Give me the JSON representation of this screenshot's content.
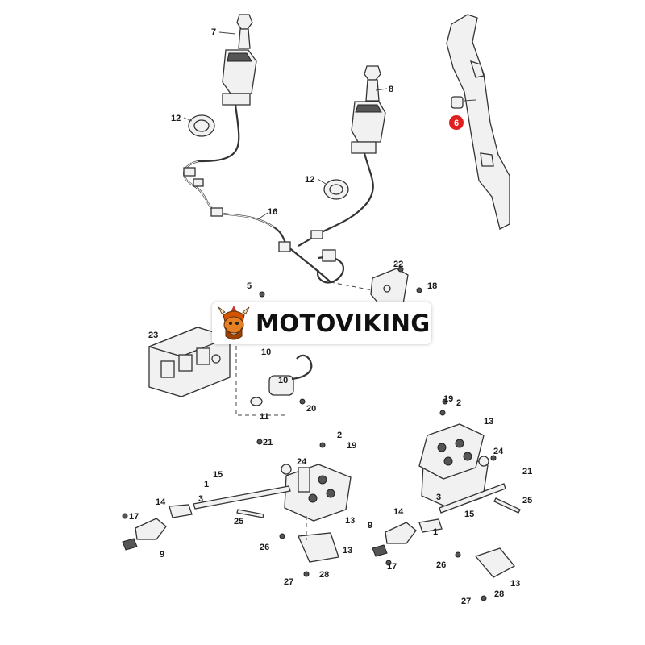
{
  "watermark": {
    "brand": "MOTOVIKING"
  },
  "highlight": {
    "label": "6",
    "color": "#e0201e"
  },
  "callouts": {
    "c7": "7",
    "c8": "8",
    "c12a": "12",
    "c12b": "12",
    "c16": "16",
    "c22": "22",
    "c18": "18",
    "c5": "5",
    "c23": "23",
    "c10a": "10",
    "c10b": "10",
    "c11": "11",
    "c20": "20",
    "c19a": "19",
    "c2a": "2",
    "c13a": "13",
    "c24a": "24",
    "c21a": "21",
    "c25a": "25",
    "c3a": "3",
    "c15a": "15",
    "c14a": "14",
    "c9a": "9",
    "c1a": "1",
    "c17a": "17",
    "c26a": "26",
    "c13b": "13",
    "c27a": "27",
    "c28a": "28",
    "c21b": "21",
    "c2b": "2",
    "c19b": "19",
    "c24b": "24",
    "c15b": "15",
    "c1b": "1",
    "c3b": "3",
    "c14b": "14",
    "c17b": "17",
    "c9b": "9",
    "c25b": "25",
    "c13c": "13",
    "c26b": "26",
    "c13d": "13",
    "c27b": "27",
    "c28b": "28"
  }
}
